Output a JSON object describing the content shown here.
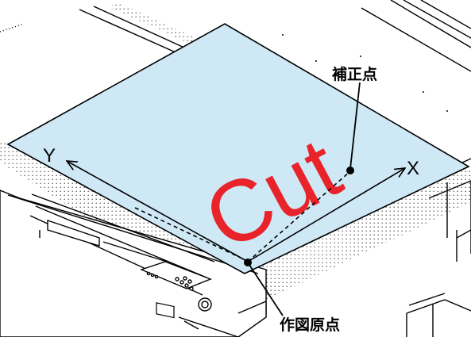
{
  "labels": {
    "correction_point": "補正点",
    "origin_point": "作図原点"
  },
  "axes": {
    "x": "X",
    "y": "Y"
  },
  "sheet_text": "Cut",
  "colors": {
    "sheet": "#cfe8f5",
    "cut_text": "#e8232a",
    "line": "#000000",
    "machine_fill": "#ffffff"
  }
}
